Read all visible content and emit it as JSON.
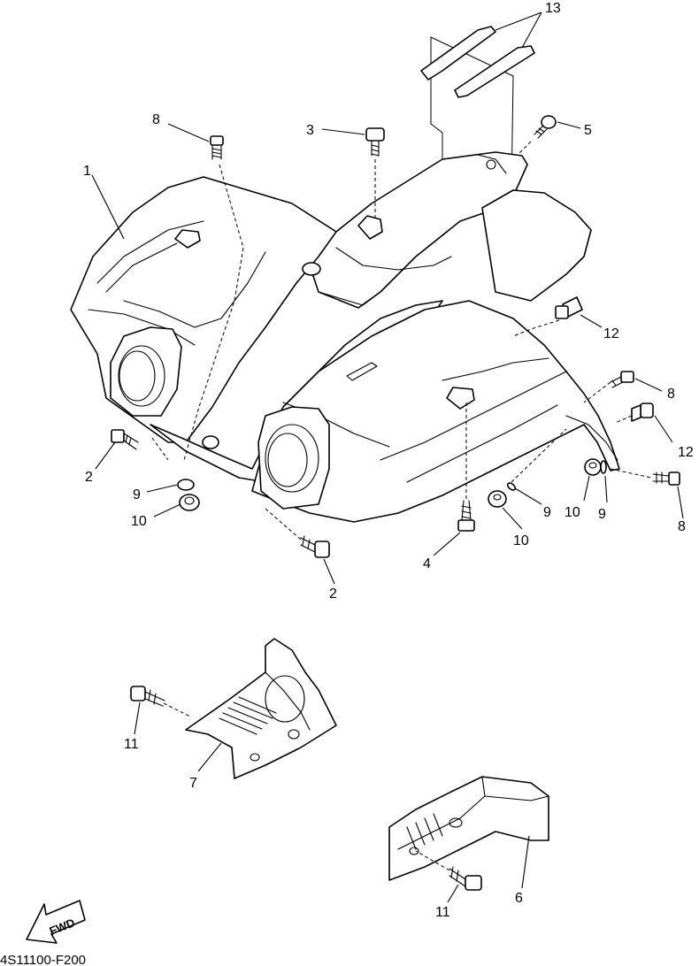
{
  "diagram": {
    "drawing_code": "4S11100-F200",
    "direction_arrow_label": "FWD",
    "callouts": [
      "13",
      "8",
      "3",
      "5",
      "1",
      "12",
      "8",
      "12",
      "2",
      "9",
      "10",
      "9",
      "10",
      "10",
      "9",
      "8",
      "4",
      "2",
      "11",
      "7",
      "6",
      "11"
    ]
  }
}
